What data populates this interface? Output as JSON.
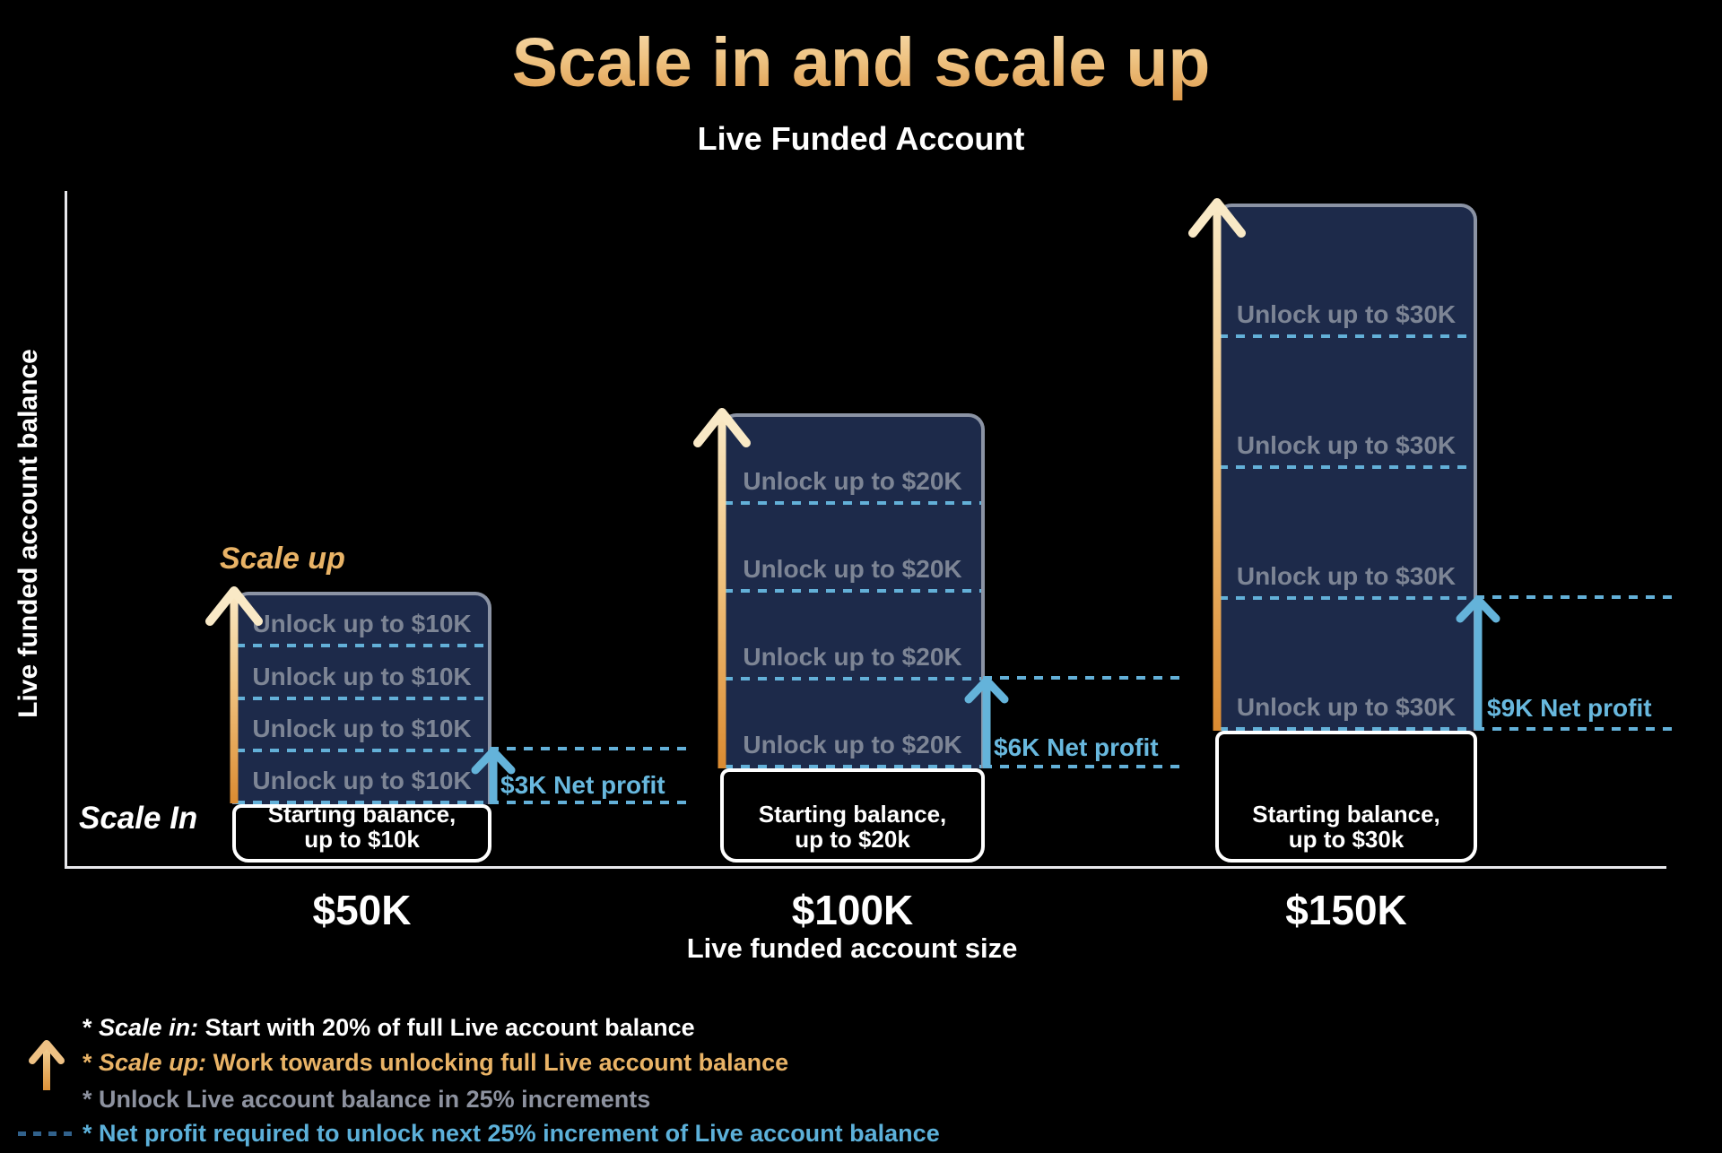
{
  "title": "Scale in and scale up",
  "subtitle": "Live Funded Account",
  "annotations": {
    "scale_up": "Scale up",
    "scale_in": "Scale In"
  },
  "chart_data": {
    "type": "bar",
    "title": "Scale in and scale up",
    "subtitle": "Live Funded Account",
    "xlabel": "Live funded account size",
    "ylabel": "Live funded account balance",
    "categories": [
      "$50K",
      "$100K",
      "$150K"
    ],
    "legend_position": "bottom-left",
    "grid": false,
    "bars": [
      {
        "account_size": "$50K",
        "starting_line1": "Starting balance,",
        "starting_line2": "up to $10k",
        "increments": [
          "Unlock up to $10K",
          "Unlock up to $10K",
          "Unlock up to $10K",
          "Unlock up to $10K"
        ],
        "net_profit": "$3K Net profit"
      },
      {
        "account_size": "$100K",
        "starting_line1": "Starting balance,",
        "starting_line2": "up to $20k",
        "increments": [
          "Unlock up to $20K",
          "Unlock up to $20K",
          "Unlock up to $20K",
          "Unlock up to $20K"
        ],
        "net_profit": "$6K Net profit"
      },
      {
        "account_size": "$150K",
        "starting_line1": "Starting balance,",
        "starting_line2": "up to $30k",
        "increments": [
          "Unlock up to $30K",
          "Unlock up to $30K",
          "Unlock up to $30K",
          "Unlock up to $30K"
        ],
        "net_profit": "$9K Net profit"
      }
    ]
  },
  "legend": {
    "items": [
      {
        "star": "* ",
        "italic": "Scale in:",
        "text": " Start with 20% of full Live account balance"
      },
      {
        "star": "* ",
        "italic": "Scale up:",
        "text": " Work towards unlocking full Live account balance"
      },
      {
        "star": "* ",
        "italic": "",
        "text": "Unlock Live account balance in 25% increments"
      },
      {
        "star": "* ",
        "italic": "",
        "text": "Net profit required to unlock next 25% increment of Live account balance"
      }
    ]
  },
  "colors": {
    "background": "#000000",
    "bar_fill": "#1d2a4a",
    "bar_border": "#8b93a4",
    "segment_text": "#7d8595",
    "dashed_line": "#63b0d8",
    "net_profit_blue": "#68b8de",
    "gold": "#e9b366",
    "title_gradient_top": "#f6dcae",
    "title_gradient_bottom": "#dd9848",
    "white": "#ffffff"
  }
}
